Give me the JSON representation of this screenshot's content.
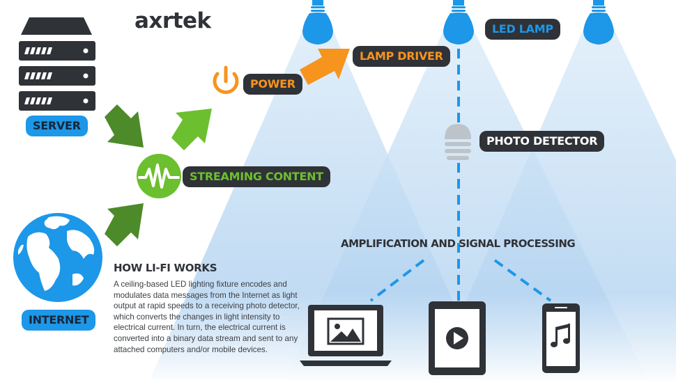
{
  "brand": {
    "logo_text": "axrtek"
  },
  "labels": {
    "server": "SERVER",
    "internet": "INTERNET",
    "streaming": "STREAMING CONTENT",
    "power": "POWER",
    "lamp_driver": "LAMP DRIVER",
    "led_lamp": "LED LAMP",
    "photo_detector": "PHOTO DETECTOR",
    "amplification": "AMPLIFICATION AND SIGNAL PROCESSING"
  },
  "description": {
    "title": "HOW LI-FI WORKS",
    "body": "A ceiling-based LED lighting fixture encodes and modulates data messages from the Internet as light output at rapid speeds to a receiving photo detector, which converts the changes in light intensity to electrical current. In turn, the electrical current is converted into a binary data stream and sent to any attached computers and/or mobile devices."
  },
  "colors": {
    "dark": "#2f3237",
    "blue": "#1d97e8",
    "green": "#6cbf2f",
    "dark_green": "#4d8a2a",
    "orange": "#f7941d",
    "light_beam": "#cfe4f6",
    "photo_gray": "#bcc4ca"
  },
  "icons": [
    "server-icon",
    "globe-icon",
    "wave-icon",
    "power-icon",
    "bulb-icon",
    "photo-detector-icon",
    "laptop-icon",
    "tablet-icon",
    "phone-icon",
    "image-icon",
    "play-icon",
    "music-icon"
  ]
}
